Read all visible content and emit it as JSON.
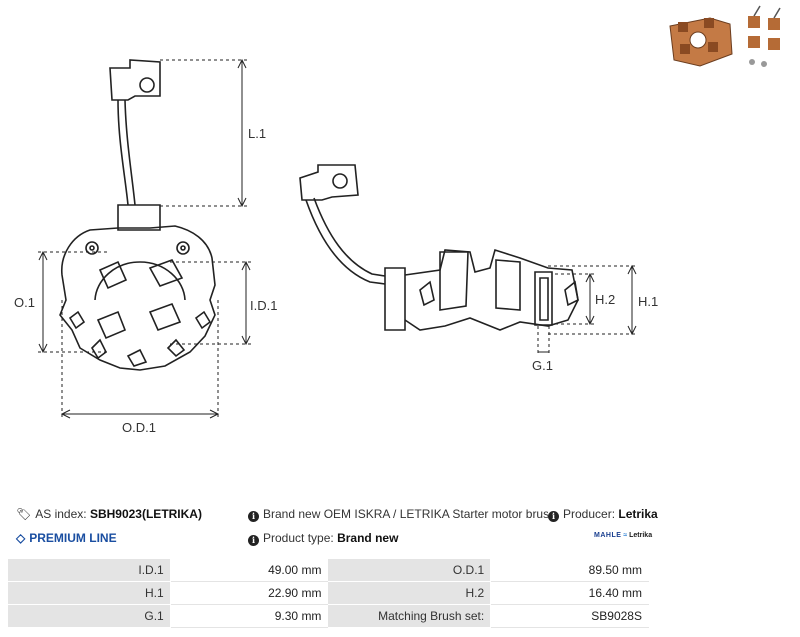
{
  "dimension_labels": {
    "l1": "L.1",
    "o1": "O.1",
    "id1": "I.D.1",
    "od1": "O.D.1",
    "h1": "H.1",
    "h2": "H.2",
    "g1": "G.1"
  },
  "info": {
    "as_index_label": "AS index:",
    "as_index_value": "SBH9023(LETRIKA)",
    "description": "Brand new OEM ISKRA / LETRIKA Starter motor brush ho",
    "producer_label": "Producer:",
    "producer_value": "Letrika",
    "premium_line": "PREMIUM LINE",
    "product_type_label": "Product type:",
    "product_type_value": "Brand new",
    "logo_mahle": "MAHLE",
    "logo_letrika": "Letrika"
  },
  "specs": [
    {
      "label1": "I.D.1",
      "value1": "49.00 mm",
      "label2": "O.D.1",
      "value2": "89.50 mm"
    },
    {
      "label1": "H.1",
      "value1": "22.90 mm",
      "label2": "H.2",
      "value2": "16.40 mm"
    },
    {
      "label1": "G.1",
      "value1": "9.30 mm",
      "label2": "Matching Brush set:",
      "value2": "SB9028S"
    }
  ],
  "icons": {
    "tag": "tag-icon",
    "info": "info-icon",
    "diamond": "diamond-icon"
  },
  "colors": {
    "premium": "#1a4ea1",
    "table_label_bg": "#e4e4e4"
  }
}
